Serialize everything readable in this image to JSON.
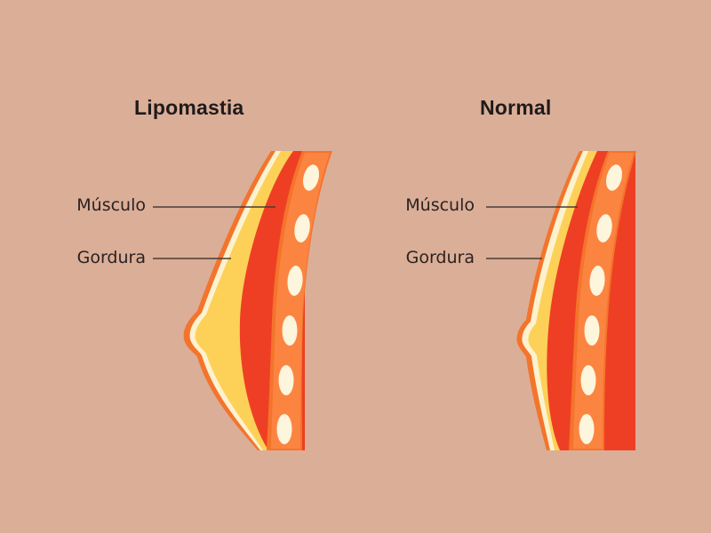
{
  "diagram": {
    "left": {
      "title": "Lipomastia",
      "labels": {
        "muscle": "Músculo",
        "fat": "Gordura"
      }
    },
    "right": {
      "title": "Normal",
      "labels": {
        "muscle": "Músculo",
        "fat": "Gordura"
      }
    }
  },
  "colors": {
    "background": "#dbae97",
    "fat": "#fdd057",
    "fat_outline": "#fdf2cf",
    "outer_outline": "#f4742c",
    "muscle": "#ee3f24",
    "ribcage": "#fc8441",
    "rib": "#fdf5dc",
    "leader_line": "#4a3b36",
    "text": "#1f1b1b"
  }
}
